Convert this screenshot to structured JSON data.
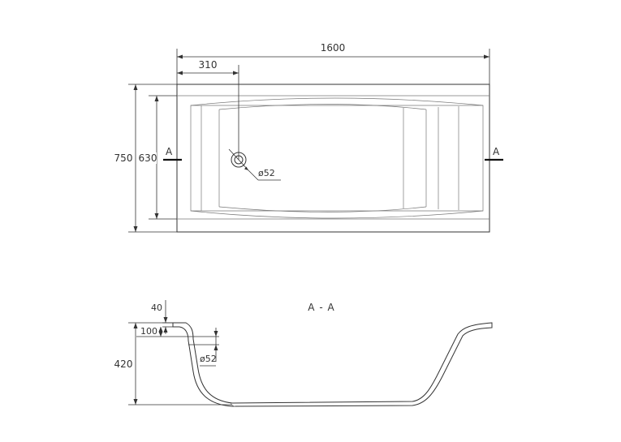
{
  "top_view": {
    "length": "1600",
    "drain_offset": "310",
    "outer_width": "750",
    "inner_width": "630",
    "drain_diameter": "ø52",
    "section_marker_left": "A",
    "section_marker_right": "A"
  },
  "section_view": {
    "title": "A - A",
    "rim_thickness": "40",
    "overflow_offset": "100",
    "depth": "420",
    "overflow_diameter": "ø52"
  }
}
